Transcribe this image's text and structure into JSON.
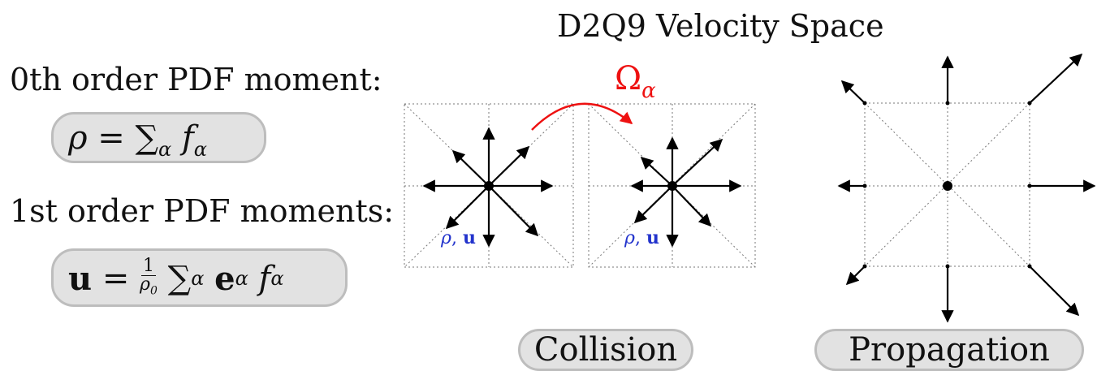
{
  "title": "D2Q9 Velocity Space",
  "zeroth_order": {
    "label": "0th order PDF moment:",
    "eq_lhs": "ρ",
    "eq_op": "=",
    "eq_sum": "∑",
    "eq_sub": "α",
    "eq_term": "f",
    "eq_term_sub": "α"
  },
  "first_order": {
    "label": "1st order PDF moments:",
    "eq_lhs": "u",
    "eq_op": "=",
    "frac_num": "1",
    "frac_den": "ρ",
    "frac_den_sub": "0",
    "eq_sum": "∑",
    "eq_sub": "α",
    "eq_vec": "e",
    "eq_vec_sub": "α",
    "eq_term": "f",
    "eq_term_sub": "α"
  },
  "collision_operator": {
    "symbol": "Ω",
    "subscript": "α",
    "color": "#ee1111"
  },
  "macro_label": {
    "rho": "ρ",
    "sep": ", ",
    "u": "u",
    "color": "#2233cc"
  },
  "buttons": {
    "collision": "Collision",
    "propagation": "Propagation"
  }
}
